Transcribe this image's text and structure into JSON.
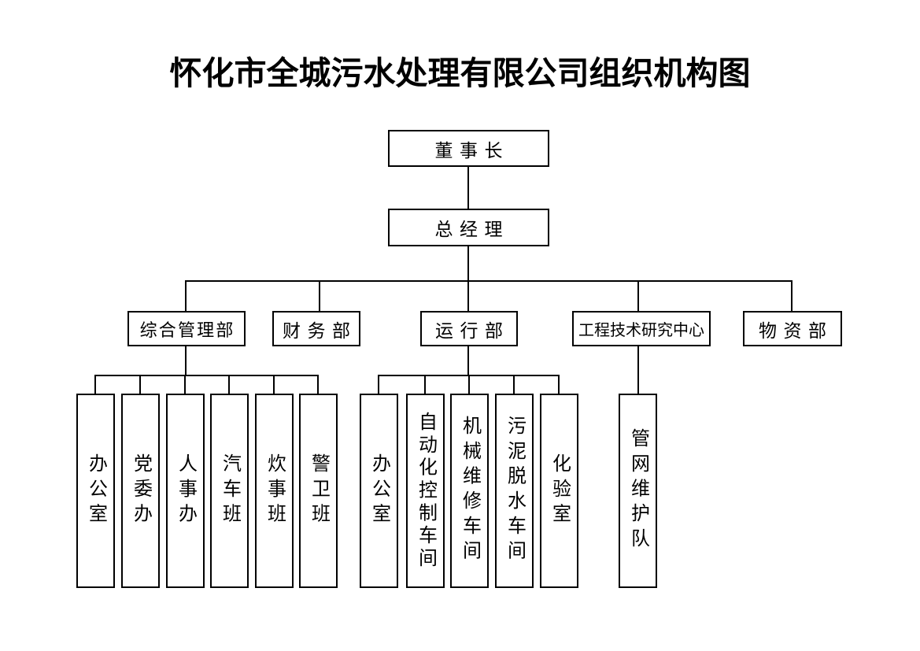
{
  "title": "怀化市全城污水处理有限公司组织机构图",
  "colors": {
    "background": "#ffffff",
    "line": "#000000",
    "text": "#000000"
  },
  "org": {
    "chairman": "董事长",
    "general_manager": "总经理",
    "departments": [
      {
        "label": "综合管理部",
        "children": [
          "办公室",
          "党委办",
          "人事办",
          "汽车班",
          "炊事班",
          "警卫班"
        ]
      },
      {
        "label": "财务部",
        "children": []
      },
      {
        "label": "运行部",
        "children": [
          "办公室",
          "自动化控制车间",
          "机械维修车间",
          "污泥脱水车间",
          "化验室"
        ]
      },
      {
        "label": "工程技术研究中心",
        "children": [
          "管网维护队"
        ]
      },
      {
        "label": "物资部",
        "children": []
      }
    ]
  }
}
